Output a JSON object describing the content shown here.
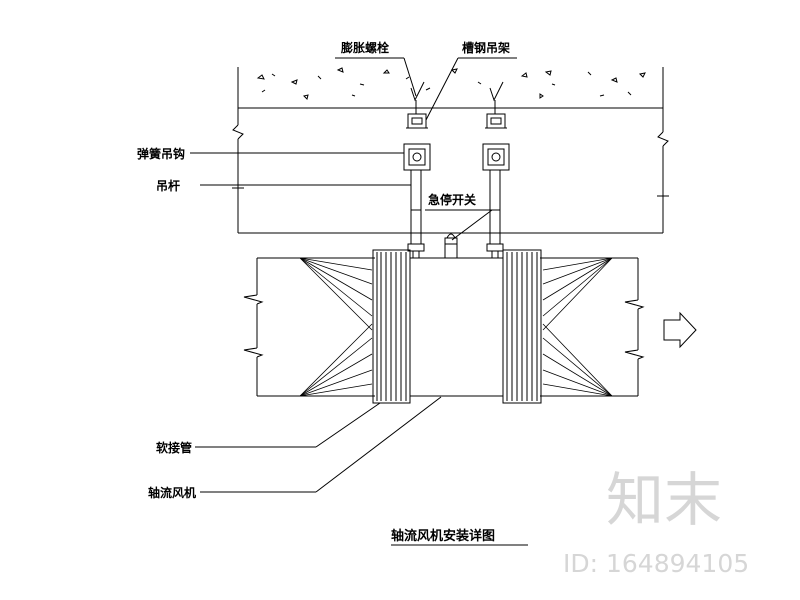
{
  "labels": {
    "expansion_bolt": "膨胀螺栓",
    "channel_hanger": "槽钢吊架",
    "spring_hook": "弹簧吊钩",
    "hanger_rod": "吊杆",
    "emergency_switch": "急停开关",
    "flexible_joint": "软接管",
    "axial_fan": "轴流风机"
  },
  "title": "轴流风机安装详图",
  "watermark": {
    "brand": "知末",
    "id": "ID: 164894105"
  },
  "colors": {
    "line": "#000000",
    "watermark": "#d6d6d6",
    "background": "#ffffff"
  },
  "icons": [
    "airflow-arrow-icon"
  ]
}
